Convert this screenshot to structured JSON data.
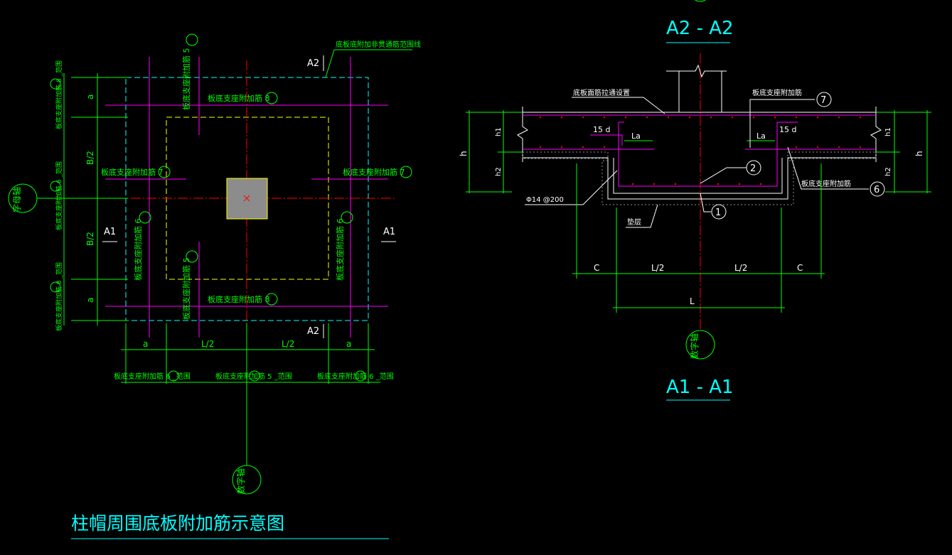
{
  "colors": {
    "bg": "#000000",
    "green": "#00ff00",
    "magenta": "#ff00ff",
    "cyan": "#00ffff",
    "red": "#ff0000",
    "white": "#ffffff",
    "yellow": "#ffff00",
    "gray": "#8c8c8c"
  },
  "plan": {
    "title": "柱帽周围底板附加筋示意图",
    "boundary_note": "底板底附加非贯通筋范围线",
    "label_a2": "A2",
    "label_a1": "A1",
    "rebar_8": "板底支座附加筋 8",
    "rebar_7": "板底支座附加筋 7",
    "rebar_5": "板底支座附加筋 5",
    "rebar_6": "板底支座附加筋 6",
    "dim_a": "a",
    "dim_b2": "B/2",
    "dim_l2": "L/2",
    "range_6": "板底支座附加筋 6 _范围",
    "range_5": "板底支座附加筋 5 _范围",
    "range_8": "板底支座附加筋 8 _范围",
    "axis_letter": "字母轴",
    "axis_number": "数字轴"
  },
  "section": {
    "title_a2": "A2 - A2",
    "title_a1": "A1 - A1",
    "note_top": "底板面筋拉通设置",
    "note_rebar": "板底支座附加筋",
    "note_rebar_right": "板底支座附加筋",
    "label_15d": "15 d",
    "label_la": "La",
    "label_h": "h",
    "label_h1": "h1",
    "label_h2": "h2",
    "label_phi": "Φ14 @200",
    "label_cushion": "垫层",
    "dim_c": "C",
    "dim_l2": "L/2",
    "dim_l": "L",
    "mark_1": "1",
    "mark_2": "2",
    "mark_6": "6",
    "mark_7": "7",
    "axis_number": "数字轴"
  }
}
